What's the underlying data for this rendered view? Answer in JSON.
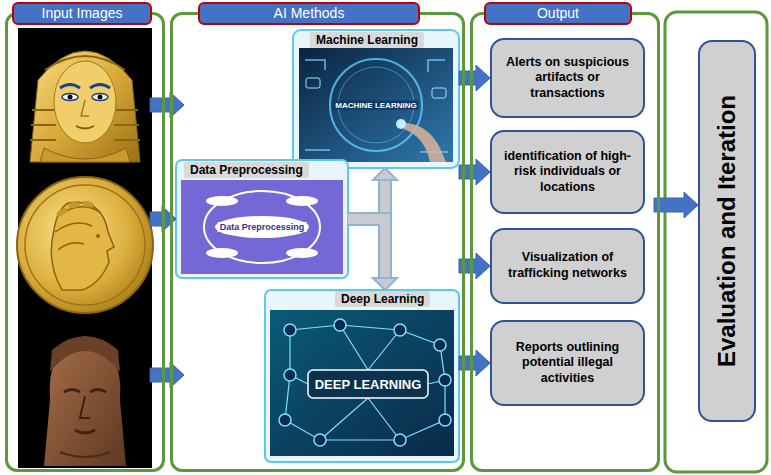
{
  "diagram": {
    "nodes": [
      {
        "text": [
          "Input Images"
        ]
      },
      {
        "text": [
          "AI Methods"
        ]
      },
      {
        "text": [
          "Machine Learning"
        ],
        "in": 1
      },
      {
        "text": [
          "Data Preprocessing"
        ],
        "in": 1
      },
      {
        "text": [
          "Deep Learning"
        ],
        "in": 1
      },
      {
        "text": [
          "Output"
        ]
      },
      {
        "text": [
          "Alerts on suspicious artifacts or transactions"
        ],
        "in": 5
      },
      {
        "text": [
          "identification of high-risk individuals or locations"
        ],
        "in": 5
      },
      {
        "text": [
          "Visualization of trafficking networks"
        ],
        "in": 5
      },
      {
        "text": [
          "Reports outlining potential illegal activities"
        ],
        "in": 5
      },
      {
        "text": [
          "Evaluation and Iteration"
        ]
      }
    ],
    "edges": [
      {
        "from": 0,
        "to": 1,
        "arrow": "to"
      },
      {
        "from": 0,
        "to": 3,
        "arrow": "to"
      },
      {
        "from": 0,
        "to": 1,
        "arrow": "to"
      },
      {
        "from": 3,
        "to": 2,
        "arrow": "to"
      },
      {
        "from": 3,
        "to": 4,
        "arrow": "to"
      },
      {
        "from": 1,
        "to": 6,
        "arrow": "to"
      },
      {
        "from": 1,
        "to": 7,
        "arrow": "to"
      },
      {
        "from": 1,
        "to": 8,
        "arrow": "to"
      },
      {
        "from": 1,
        "to": 9,
        "arrow": "to"
      },
      {
        "from": 5,
        "to": 10,
        "arrow": "to"
      }
    ],
    "labels": [
      "MACHINE LEARNING",
      "Data Preprocessing",
      "DEEP LEARNING"
    ]
  }
}
